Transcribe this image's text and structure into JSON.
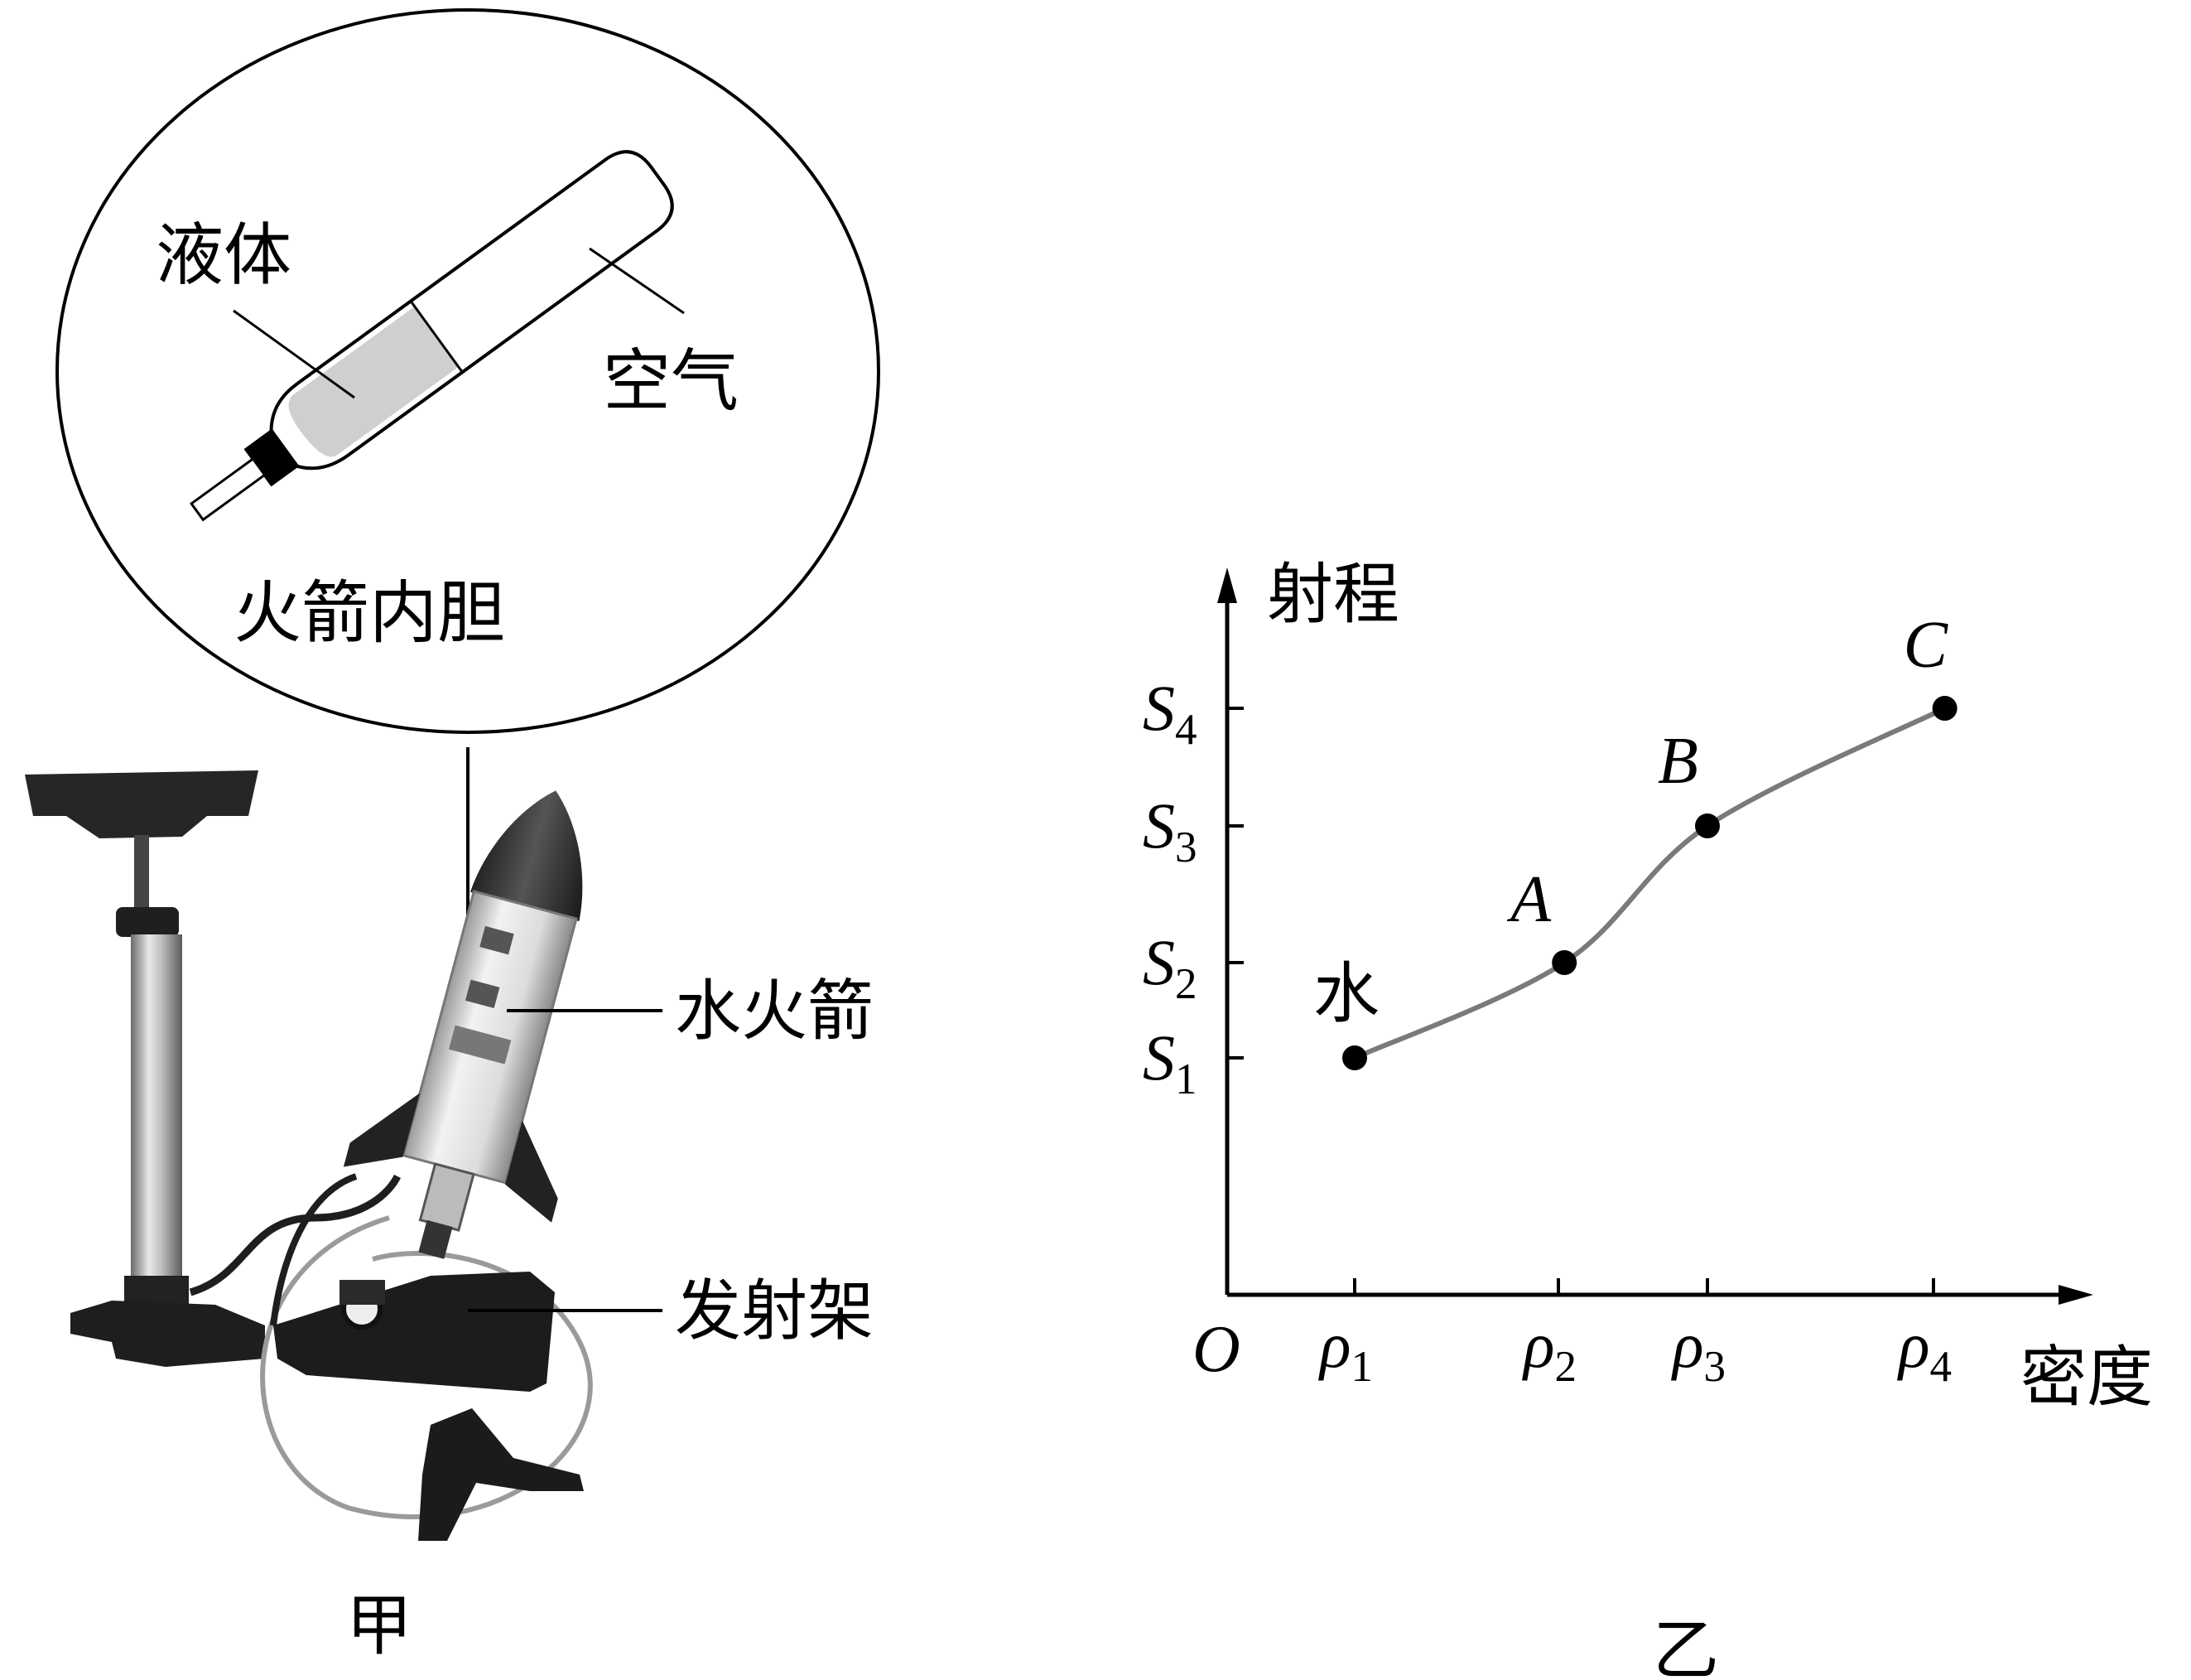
{
  "figure_jia": {
    "caption": "甲",
    "inset": {
      "liquid_label": "液体",
      "air_label": "空气",
      "title": "火箭内胆"
    },
    "rocket_label": "水火箭",
    "launcher_label": "发射架"
  },
  "figure_yi": {
    "caption": "乙",
    "chart_data": {
      "type": "line",
      "ylabel": "射程",
      "xlabel": "密度",
      "origin_label": "O",
      "x_ticks": [
        {
          "sym": "ρ",
          "sub": "1",
          "value": 1
        },
        {
          "sym": "ρ",
          "sub": "2",
          "value": 2
        },
        {
          "sym": "ρ",
          "sub": "3",
          "value": 3
        },
        {
          "sym": "ρ",
          "sub": "4",
          "value": 4
        }
      ],
      "y_ticks": [
        {
          "sym": "S",
          "sub": "1",
          "value": 1
        },
        {
          "sym": "S",
          "sub": "2",
          "value": 2
        },
        {
          "sym": "S",
          "sub": "3",
          "value": 3
        },
        {
          "sym": "S",
          "sub": "4",
          "value": 4
        }
      ],
      "points": [
        {
          "label": "水",
          "x": 1,
          "y": 1
        },
        {
          "label": "A",
          "x": 2.04,
          "y": 2
        },
        {
          "label": "B",
          "x": 3,
          "y": 3
        },
        {
          "label": "C",
          "x": 4.05,
          "y": 4
        }
      ],
      "curve_color": "#7a7a7a"
    }
  }
}
